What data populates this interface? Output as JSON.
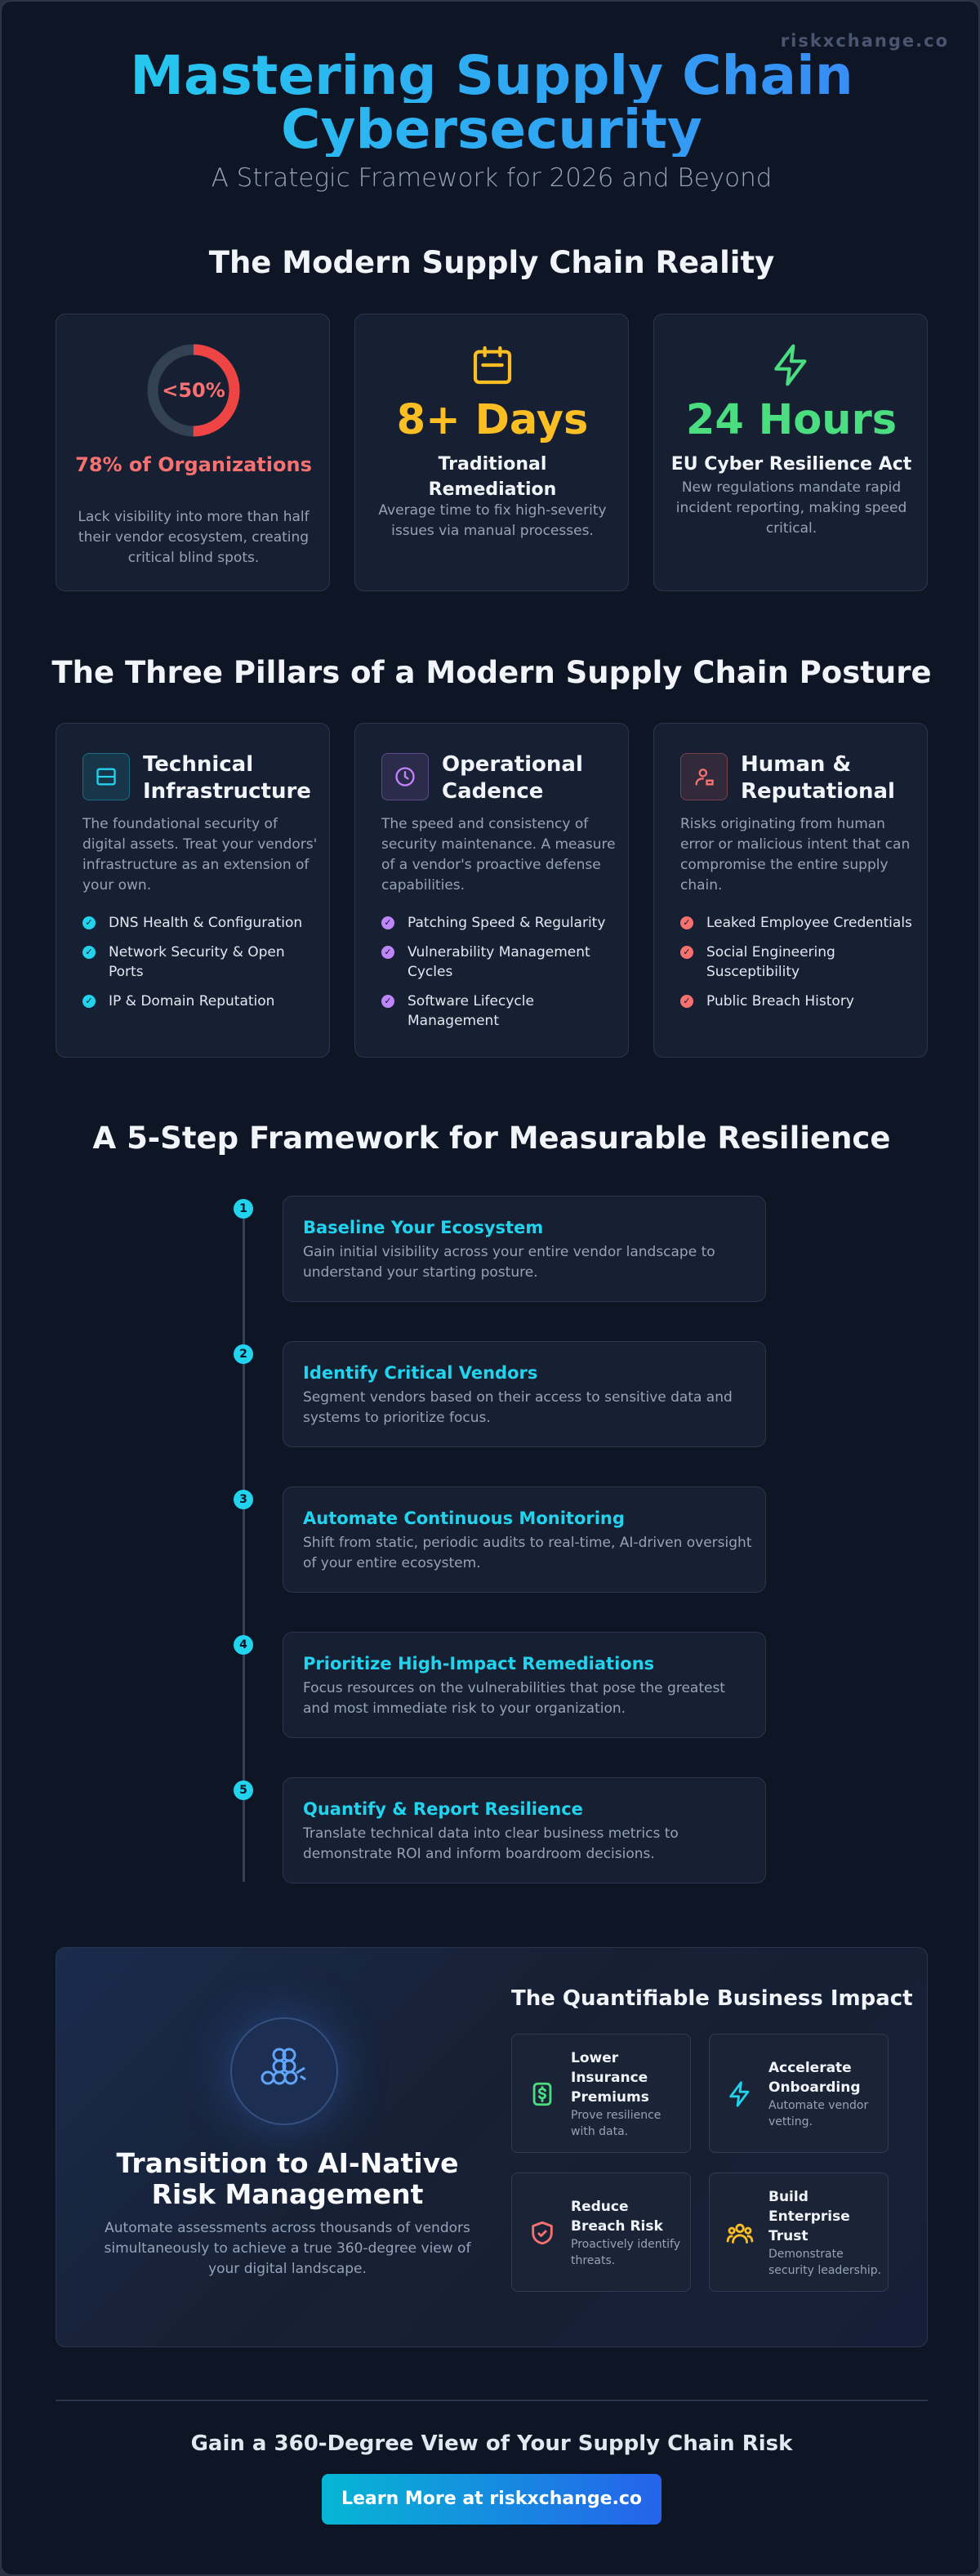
{
  "brand": "riskxchange.co",
  "hero": {
    "title_line1": "Mastering Supply Chain",
    "title_line2": "Cybersecurity",
    "subtitle": "A Strategic Framework for 2026 and Beyond"
  },
  "reality": {
    "title": "The Modern Supply Chain Reality",
    "stats": [
      {
        "gauge_label": "<50%",
        "gauge_fraction": 0.5,
        "headline": "78% of Organizations",
        "description": "Lack visibility into more than half their vendor ecosystem, creating critical blind spots.",
        "color": "#ef4444"
      },
      {
        "big": "8+ Days",
        "headline": "Traditional Remediation",
        "description": "Average time to fix high-severity issues via manual processes.",
        "icon": "calendar-icon",
        "color": "#fbbf24"
      },
      {
        "big": "24 Hours",
        "headline": "EU Cyber Resilience Act",
        "description": "New regulations mandate rapid incident reporting, making speed critical.",
        "icon": "lightning-icon",
        "color": "#4ade80"
      }
    ]
  },
  "pillars": {
    "title": "The Three Pillars of a Modern Supply Chain Posture",
    "items": [
      {
        "title_line1": "Technical",
        "title_line2": "Infrastructure",
        "icon": "server-icon",
        "color": "#22d3ee",
        "description": "The foundational security of digital assets. Treat your vendors' infrastructure as an extension of your own.",
        "points": [
          "DNS Health & Configuration",
          "Network Security & Open Ports",
          "IP & Domain Reputation"
        ]
      },
      {
        "title_line1": "Operational",
        "title_line2": "Cadence",
        "icon": "clock-icon",
        "color": "#c084fc",
        "description": "The speed and consistency of security maintenance. A measure of a vendor's proactive defense capabilities.",
        "points": [
          "Patching Speed & Regularity",
          "Vulnerability Management Cycles",
          "Software Lifecycle Management"
        ]
      },
      {
        "title_line1": "Human &",
        "title_line2": "Reputational",
        "icon": "user-alert-icon",
        "color": "#f87171",
        "description": "Risks originating from human error or malicious intent that can compromise the entire supply chain.",
        "points": [
          "Leaked Employee Credentials",
          "Social Engineering Susceptibility",
          "Public Breach History"
        ]
      }
    ]
  },
  "framework": {
    "title": "A 5-Step Framework for Measurable Resilience",
    "steps": [
      {
        "number": "1",
        "title": "Baseline Your Ecosystem",
        "description": "Gain initial visibility across your entire vendor landscape to understand your starting posture."
      },
      {
        "number": "2",
        "title": "Identify Critical Vendors",
        "description": "Segment vendors based on their access to sensitive data and systems to prioritize focus."
      },
      {
        "number": "3",
        "title": "Automate Continuous Monitoring",
        "description": "Shift from static, periodic audits to real-time, AI-driven oversight of your entire ecosystem."
      },
      {
        "number": "4",
        "title": "Prioritize High-Impact Remediations",
        "description": "Focus resources on the vulnerabilities that pose the greatest and most immediate risk to your organization."
      },
      {
        "number": "5",
        "title": "Quantify & Report Resilience",
        "description": "Translate technical data into clear business metrics to demonstrate ROI and inform boardroom decisions."
      }
    ]
  },
  "ai": {
    "title": "Transition to AI-Native Risk Management",
    "description": "Automate assessments across thousands of vendors simultaneously to achieve a true 360-degree view of your digital landscape."
  },
  "impact": {
    "title": "The Quantifiable Business Impact",
    "items": [
      {
        "title": "Lower Insurance Premiums",
        "description": "Prove resilience with data.",
        "icon": "dollar-icon",
        "color": "#4ade80"
      },
      {
        "title": "Accelerate Onboarding",
        "description": "Automate vendor vetting.",
        "icon": "lightning-icon",
        "color": "#22d3ee"
      },
      {
        "title": "Reduce Breach Risk",
        "description": "Proactively identify threats.",
        "icon": "shield-check-icon",
        "color": "#f87171"
      },
      {
        "title": "Build Enterprise Trust",
        "description": "Demonstrate security leadership.",
        "icon": "users-icon",
        "color": "#fbbf24"
      }
    ]
  },
  "cta": {
    "title": "Gain a 360-Degree View of Your Supply Chain Risk",
    "button_label": "Learn More at riskxchange.co"
  }
}
